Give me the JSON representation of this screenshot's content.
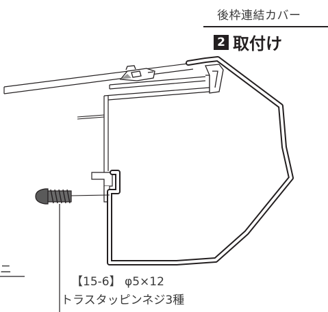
{
  "header": {
    "section_label": "後枠連結カバー",
    "step_number": "2",
    "step_title": "取付け"
  },
  "callout": {
    "screw_spec": "【15-6】 φ5×12",
    "screw_name": "トラスタッピンネジ3種"
  },
  "partial_text": "ニ",
  "colors": {
    "line": "#231f20",
    "part_fill": "#ffffff",
    "screw_fill": "#5a5a5a"
  }
}
